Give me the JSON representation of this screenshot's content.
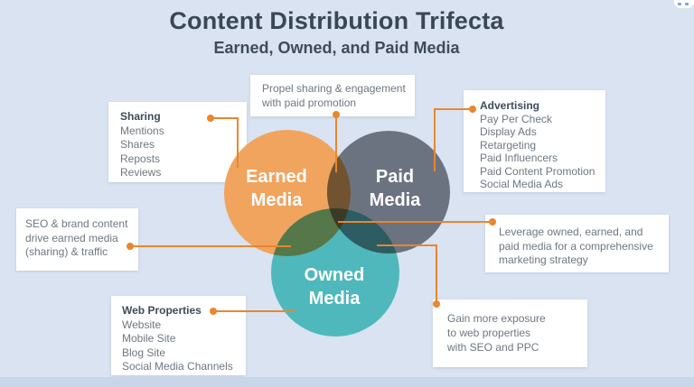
{
  "header": {
    "title": "Content Distribution Trifecta",
    "subtitle": "Earned, Owned, and Paid Media"
  },
  "venn": {
    "earned": {
      "label": [
        "Earned",
        "Media"
      ],
      "color": "#F0A45E"
    },
    "paid": {
      "label": [
        "Paid",
        "Media"
      ],
      "color": "#6C7380"
    },
    "owned": {
      "label": [
        "Owned",
        "Media"
      ],
      "color": "#4FB8BC"
    },
    "overlaps": {
      "earned_paid": "#72532F",
      "earned_owned": "#55774A",
      "paid_owned": "#2D5C63",
      "center": "#3B3B25"
    }
  },
  "callouts": {
    "sharing": {
      "heading": "Sharing",
      "items": [
        "Mentions",
        "Shares",
        "Reposts",
        "Reviews"
      ]
    },
    "propel": {
      "lines": [
        "Propel sharing & engagement",
        "with paid promotion"
      ]
    },
    "advertising": {
      "heading": "Advertising",
      "items": [
        "Pay Per Check",
        "Display Ads",
        "Retargeting",
        "Paid Influencers",
        "Paid Content Promotion",
        "Social Media Ads"
      ]
    },
    "seo": {
      "lines": [
        "SEO & brand content",
        "drive earned media",
        "(sharing) & traffic"
      ]
    },
    "leverage": {
      "lines": [
        "Leverage owned, earned, and",
        "paid media for a comprehensive",
        "marketing strategy"
      ]
    },
    "web_properties": {
      "heading": "Web Properties",
      "items": [
        "Website",
        "Mobile Site",
        "Blog Site",
        "Social Media Channels"
      ]
    },
    "gain": {
      "lines": [
        "Gain more exposure",
        "to web properties",
        "with SEO and PPC"
      ]
    }
  },
  "style": {
    "accent": "#E8872E",
    "background": "#D9E3F1",
    "bottom_strip": "#C9D5E8",
    "title_color": "#3A4754",
    "text_color": "#6E7781",
    "heading_color": "#3E4C59"
  }
}
